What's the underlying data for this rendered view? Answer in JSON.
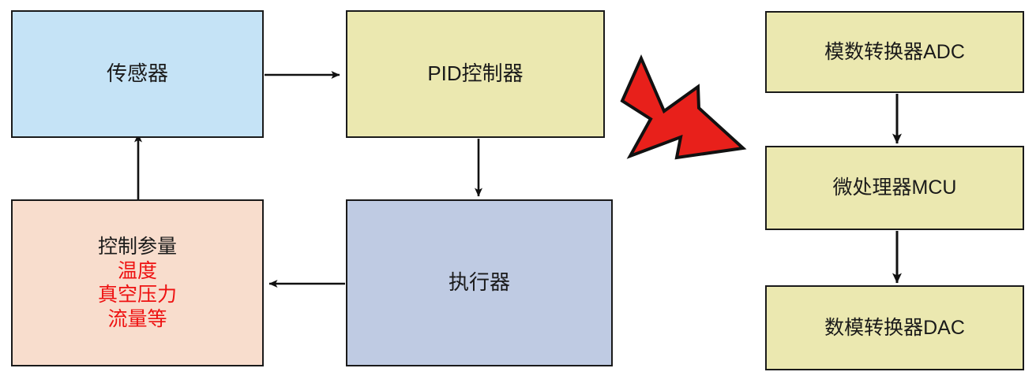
{
  "diagram": {
    "title": "PID control loop with digital signal chain",
    "colors": {
      "sensor_fill": "#c5e3f6",
      "pid_fill": "#ebe8b0",
      "control_params_fill": "#f8ddcd",
      "actuator_fill": "#bfcbe3",
      "digital_block_fill": "#ebe8b0",
      "stroke": "#1a1a1a",
      "accent_red": "#ee1111",
      "big_arrow_fill": "#e8201b"
    },
    "nodes": {
      "sensor": {
        "label": "传感器"
      },
      "pid": {
        "label": "PID控制器"
      },
      "control_params": {
        "heading": "控制参量",
        "items": [
          "温度",
          "真空压力",
          "流量等"
        ]
      },
      "actuator": {
        "label": "执行器"
      },
      "adc": {
        "label": "模数转换器ADC"
      },
      "mcu": {
        "label": "微处理器MCU"
      },
      "dac": {
        "label": "数模转换器DAC"
      }
    },
    "edges": [
      {
        "name": "sensor-to-pid",
        "from": "sensor",
        "to": "pid",
        "direction": "right"
      },
      {
        "name": "pid-to-actuator",
        "from": "pid",
        "to": "actuator",
        "direction": "down"
      },
      {
        "name": "actuator-to-control-params",
        "from": "actuator",
        "to": "control_params",
        "direction": "left"
      },
      {
        "name": "control-params-to-sensor",
        "from": "control_params",
        "to": "sensor",
        "direction": "up"
      },
      {
        "name": "adc-to-mcu",
        "from": "adc",
        "to": "mcu",
        "direction": "down"
      },
      {
        "name": "mcu-to-dac",
        "from": "mcu",
        "to": "dac",
        "direction": "down"
      }
    ],
    "big_arrow": {
      "name": "expand-detail-arrow",
      "direction": "down-right",
      "style": "jagged-block-arrow"
    }
  }
}
